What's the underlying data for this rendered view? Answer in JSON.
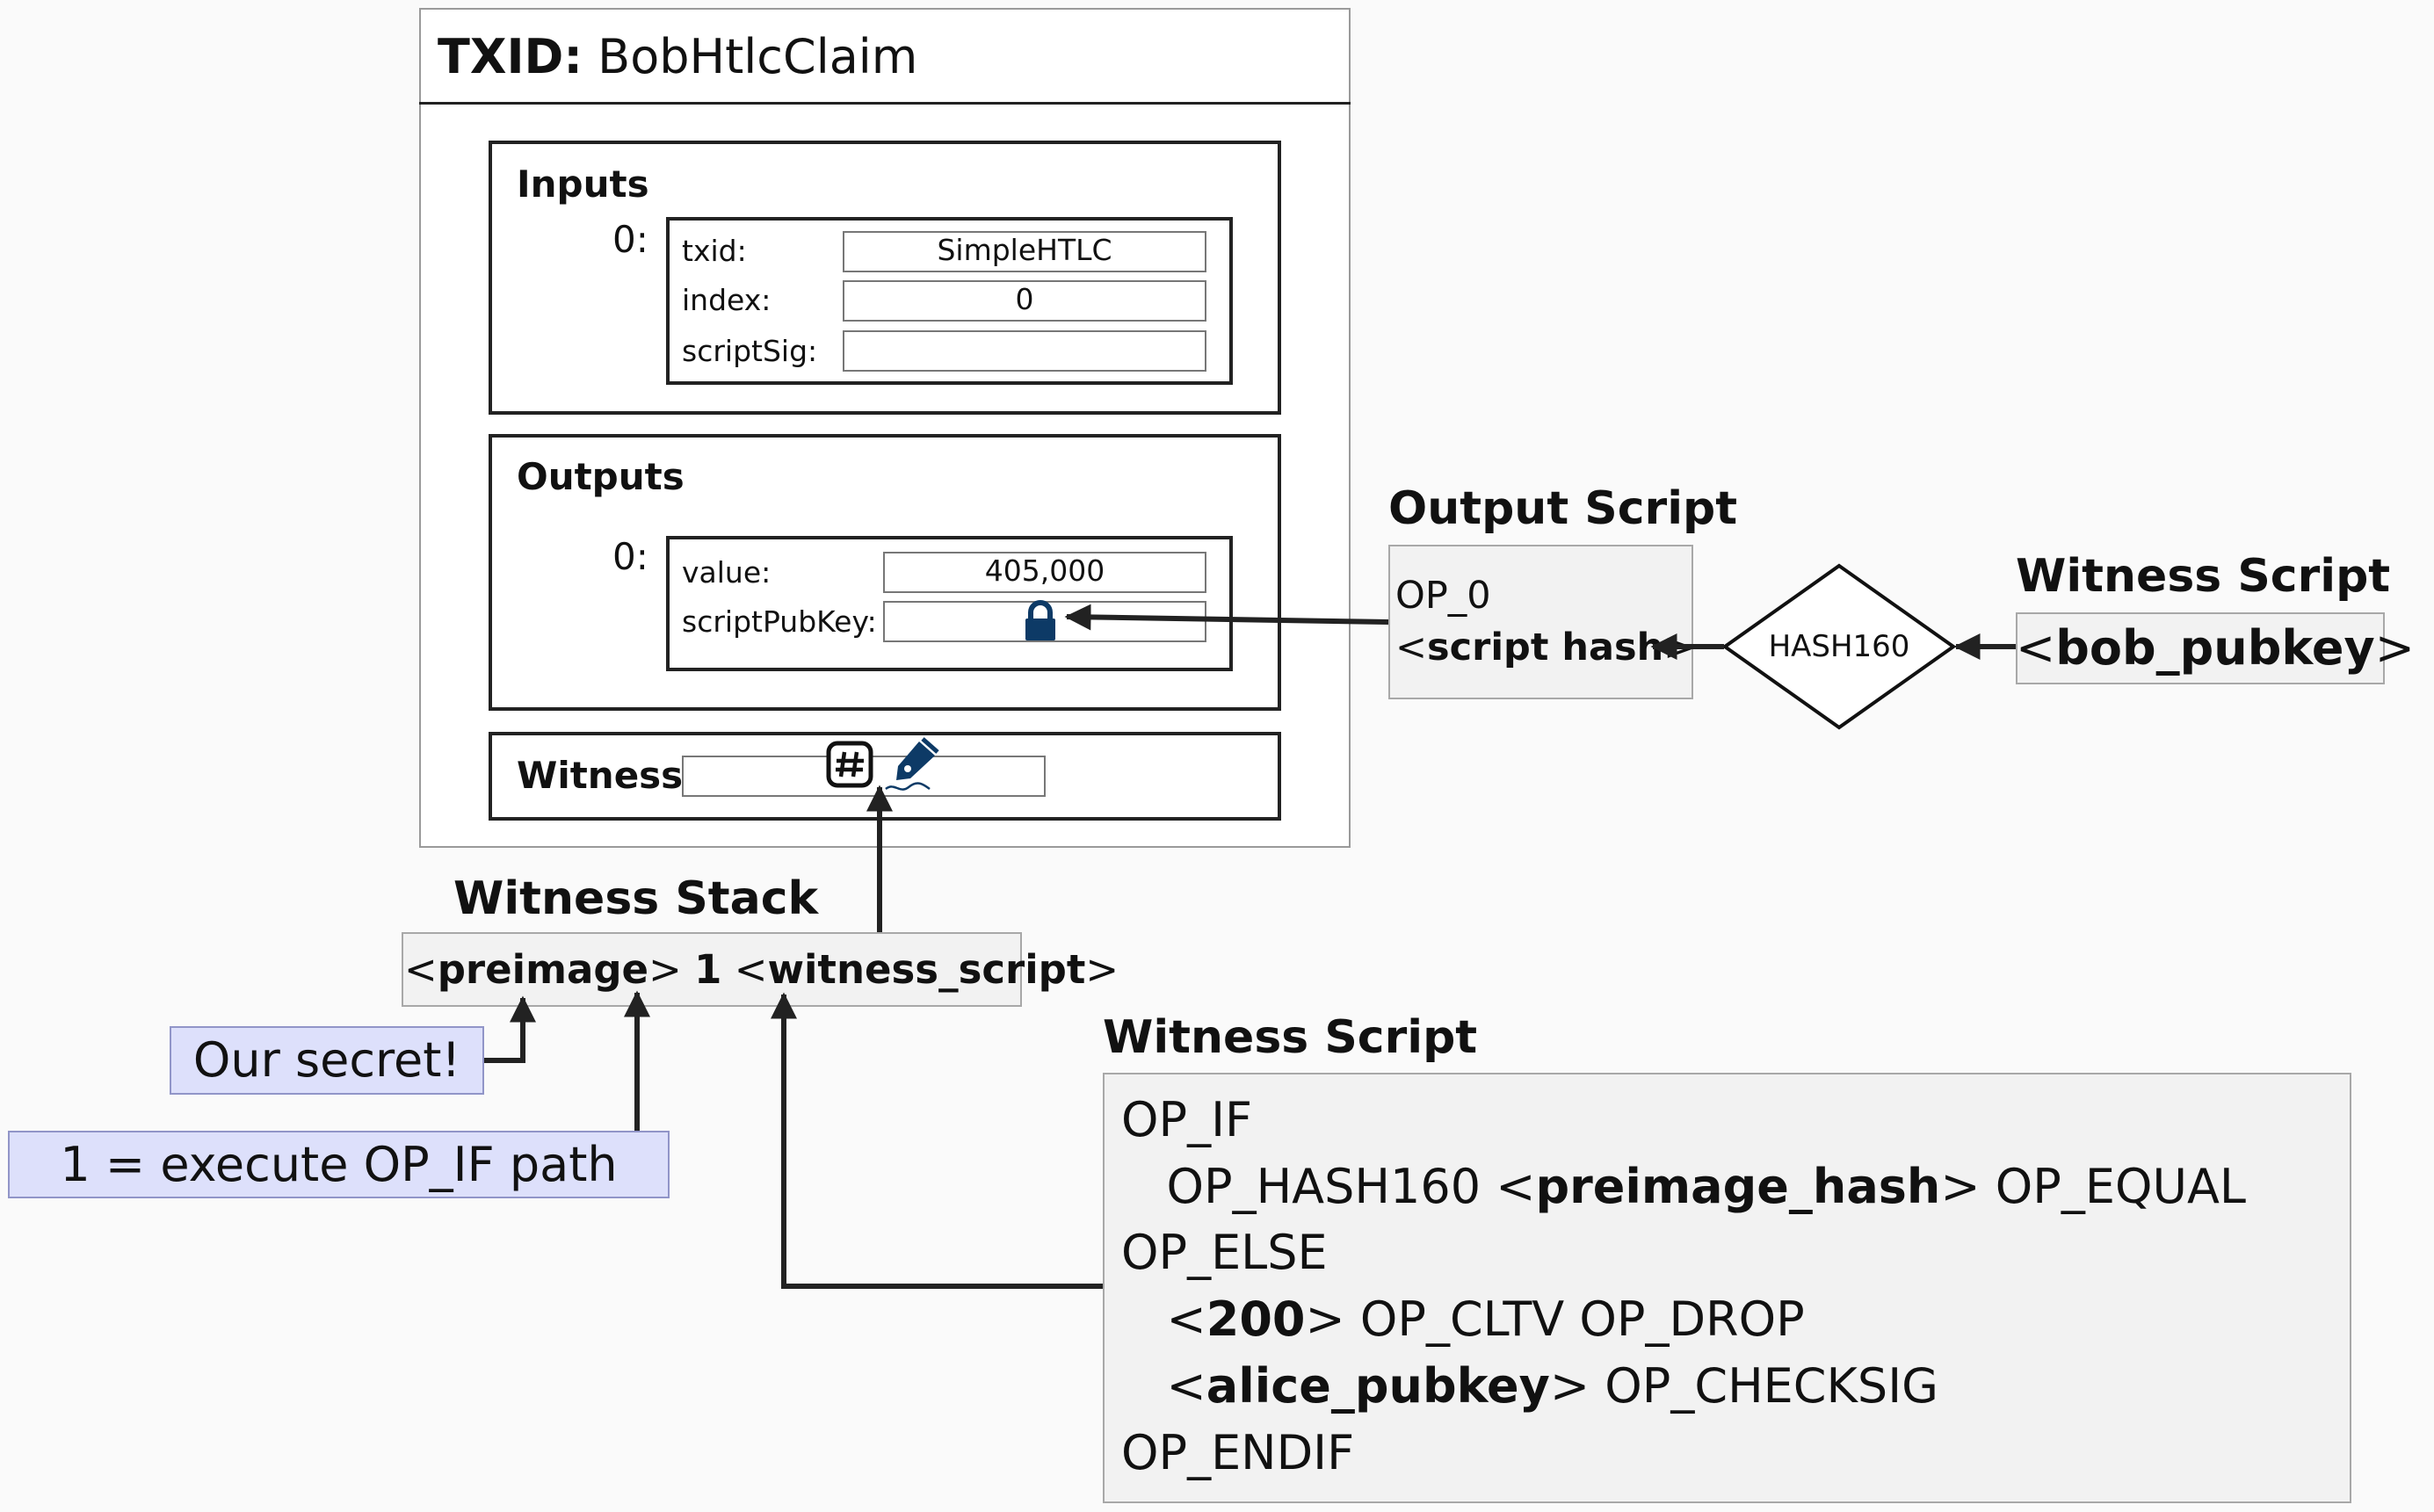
{
  "tx": {
    "txid_label": "TXID:",
    "txid_value": "BobHtlcClaim",
    "inputs": {
      "label": "Inputs",
      "index": "0:",
      "fields": [
        {
          "label": "txid:",
          "value": "SimpleHTLC"
        },
        {
          "label": "index:",
          "value": "0"
        },
        {
          "label": "scriptSig:",
          "value": ""
        }
      ]
    },
    "outputs": {
      "label": "Outputs",
      "index": "0:",
      "fields": [
        {
          "label": "value:",
          "value": "405,000"
        },
        {
          "label": "scriptPubKey:",
          "value": ""
        }
      ]
    },
    "witness": {
      "label": "Witness"
    }
  },
  "output_script": {
    "heading": "Output Script",
    "line1": "OP_0",
    "line2_open": "<",
    "line2_bold": "script hash",
    "line2_close": ">"
  },
  "hash_node": {
    "label": "HASH160"
  },
  "pubkey_script": {
    "heading": "Witness Script",
    "open": "<",
    "bold": "bob_pubkey",
    "close": ">"
  },
  "witness_stack": {
    "heading": "Witness Stack",
    "open1": "<",
    "item1": "preimage",
    "close1": ">",
    "item2": "1",
    "open3": "<",
    "item3": "witness_script",
    "close3": ">"
  },
  "callouts": {
    "secret": "Our secret!",
    "if_path": "1 = execute OP_IF path"
  },
  "witness_script": {
    "heading": "Witness Script",
    "l1": "OP_IF",
    "l2_pre": "   OP_HASH160 <",
    "l2_bold": "preimage_hash",
    "l2_post": "> OP_EQUAL",
    "l3": "OP_ELSE",
    "l4_pre": "   <",
    "l4_bold": "200",
    "l4_post": "> OP_CLTV OP_DROP",
    "l5_pre": "   <",
    "l5_bold": "alice_pubkey",
    "l5_post": "> OP_CHECKSIG",
    "l6": "OP_ENDIF"
  },
  "icons": {
    "lock": "lock-icon",
    "hash": "hash-icon",
    "signature": "pen-signature-icon"
  },
  "colors": {
    "icon_navy": "#0d3a66",
    "callout_fill": "#dde0fb",
    "panel_fill": "#f2f2f2"
  }
}
